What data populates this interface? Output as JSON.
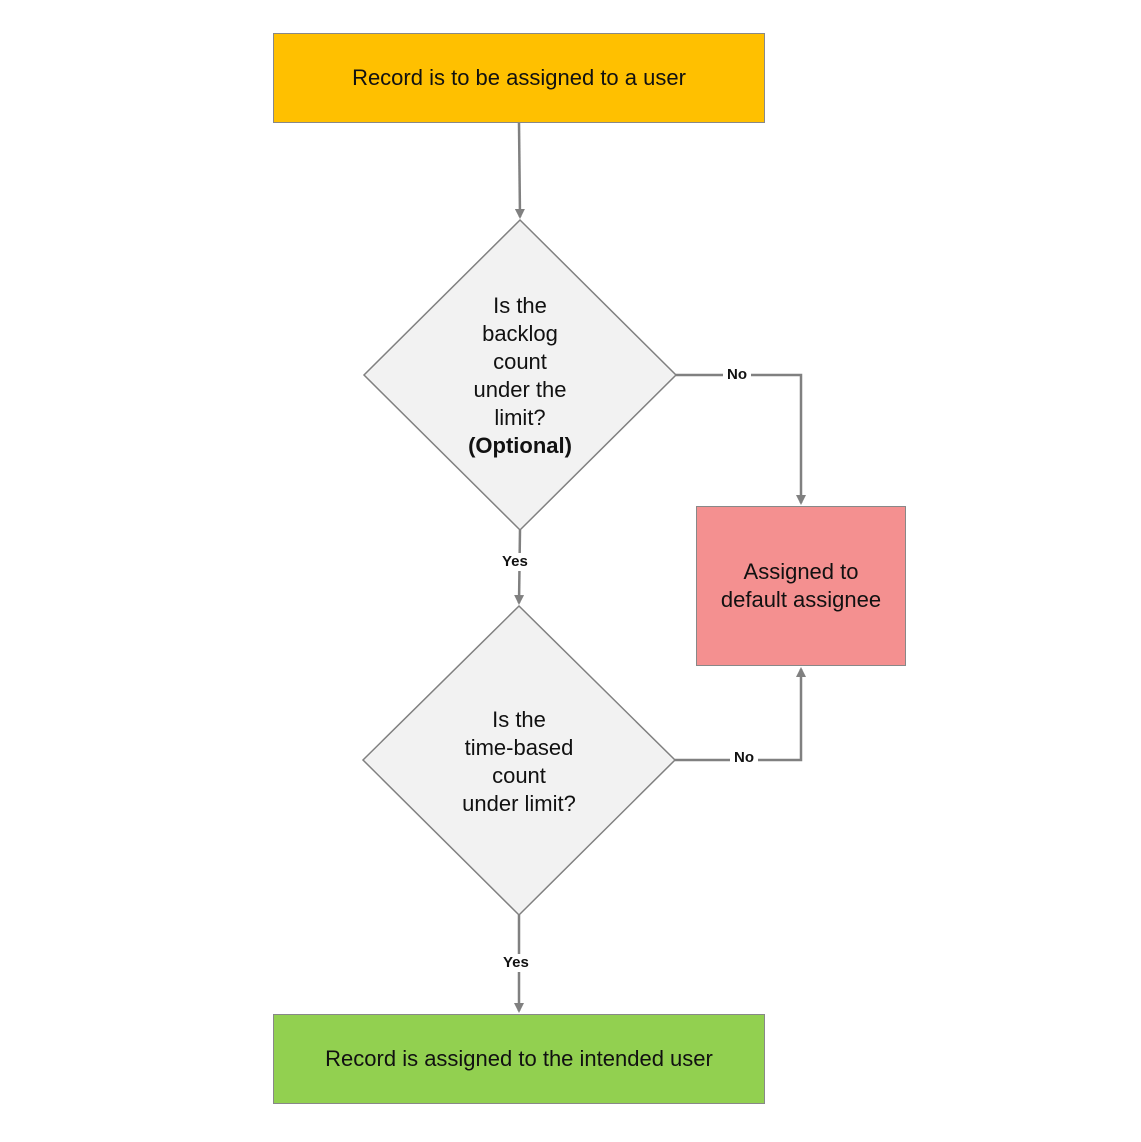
{
  "start": {
    "label": "Record is to be assigned to a user",
    "color": "#FFC000"
  },
  "decision_backlog": {
    "lines": [
      "Is the",
      "backlog",
      "count",
      "under the",
      "limit?"
    ],
    "optional": "(Optional)",
    "color": "#F2F2F2"
  },
  "decision_time": {
    "lines": [
      "Is the",
      "time-based",
      "count",
      "under limit?"
    ],
    "color": "#F2F2F2"
  },
  "default_box": {
    "line1": "Assigned to",
    "line2": "default assignee",
    "color": "#F49090"
  },
  "end": {
    "label": "Record is assigned to the intended user",
    "color": "#92D050"
  },
  "edges": {
    "yes1": "Yes",
    "no1": "No",
    "yes2": "Yes",
    "no2": "No"
  }
}
